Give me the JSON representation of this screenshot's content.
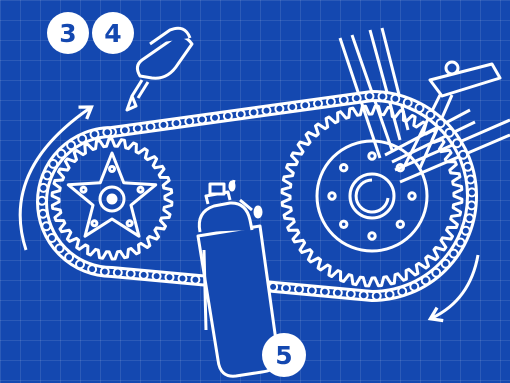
{
  "colors": {
    "background": "#1448b0",
    "line": "#ffffff"
  },
  "steps": [
    {
      "label": "3"
    },
    {
      "label": "4"
    },
    {
      "label": "5"
    }
  ],
  "icons": [
    "oil-bottle-icon",
    "spray-can-icon",
    "rotation-arrow-icon",
    "chain-icon",
    "front-chainring-icon",
    "rear-cassette-icon"
  ]
}
